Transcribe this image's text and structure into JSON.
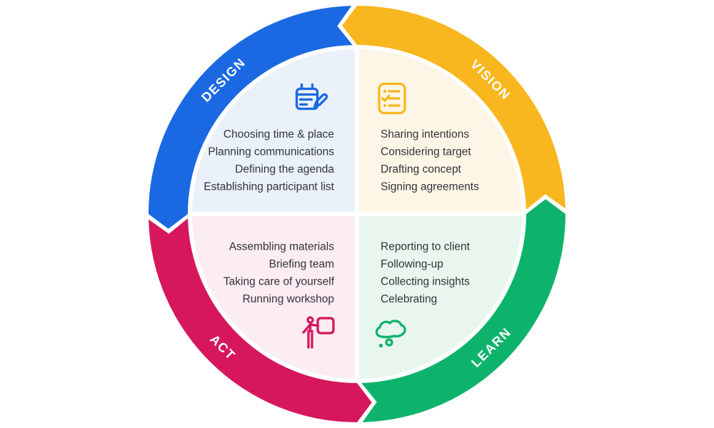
{
  "diagram": {
    "label_color": "#FFFFFF",
    "text_color": "#33333B",
    "quadrants": [
      {
        "id": "design",
        "label": "DESIGN",
        "color": "#1A69E2",
        "bg_color": "#EAF1FB",
        "icon": "notepad-pencil-icon",
        "items": [
          "Choosing time & place",
          "Planning communications",
          "Defining the agenda",
          "Establishing participant list"
        ]
      },
      {
        "id": "vision",
        "label": "VISION",
        "color": "#F8B71E",
        "bg_color": "#FDF6E6",
        "icon": "checklist-icon",
        "items": [
          "Sharing intentions",
          "Considering target",
          "Drafting concept",
          "Signing agreements"
        ]
      },
      {
        "id": "act",
        "label": "ACT",
        "color": "#D6175C",
        "bg_color": "#FBEDF2",
        "icon": "presenter-board-icon",
        "items": [
          "Assembling materials",
          "Briefing team",
          "Taking care of yourself",
          "Running workshop"
        ]
      },
      {
        "id": "learn",
        "label": "LEARN",
        "color": "#0EB36B",
        "bg_color": "#E8F6EE",
        "icon": "thought-cloud-icon",
        "items": [
          "Reporting to client",
          "Following-up",
          "Collecting insights",
          "Celebrating"
        ]
      }
    ]
  }
}
